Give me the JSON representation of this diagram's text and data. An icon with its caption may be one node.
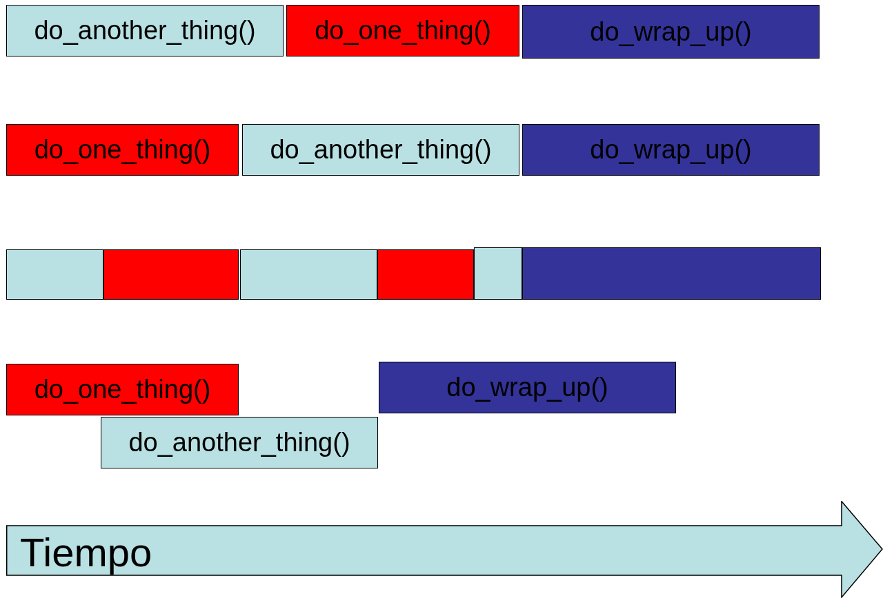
{
  "diagram": {
    "nodes": [
      {
        "text": [
          "do_another_thing()"
        ]
      },
      {
        "text": [
          "do_one_thing()"
        ]
      },
      {
        "text": [
          "do_wrap_up()"
        ]
      },
      {
        "text": [
          "do_one_thing()"
        ]
      },
      {
        "text": [
          "do_another_thing()"
        ]
      },
      {
        "text": [
          "do_wrap_up()"
        ]
      },
      {
        "text": [],
        "shape": "box"
      },
      {
        "text": [],
        "shape": "box"
      },
      {
        "text": [],
        "shape": "box"
      },
      {
        "text": [],
        "shape": "box"
      },
      {
        "text": [],
        "shape": "box"
      },
      {
        "text": [],
        "shape": "box"
      },
      {
        "text": [
          "do_one_thing()"
        ]
      },
      {
        "text": [
          "do_wrap_up()"
        ]
      },
      {
        "text": [
          "do_another_thing()"
        ]
      },
      {
        "text": [
          "Tiempo"
        ]
      }
    ]
  }
}
